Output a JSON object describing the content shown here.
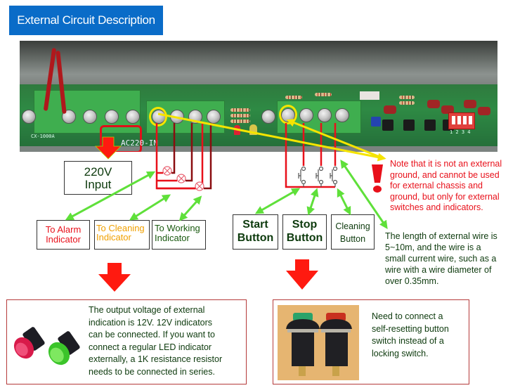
{
  "header": {
    "title": "External Circuit Description",
    "accent_color": "#0a6cc8"
  },
  "board_photo": {
    "model_label": "CX-1000A",
    "terminal_label": "AC220-IN",
    "dip_switch_numbers": "1 2 3 4"
  },
  "power_input": {
    "label_line1": "220V",
    "label_line2": "Input"
  },
  "indicator_outputs": [
    {
      "label_line1": "To Alarm",
      "label_line2": "Indicator",
      "color": "#e8101a"
    },
    {
      "label_line1": "To Cleaning",
      "label_line2": "Indicator",
      "color": "#f0a000"
    },
    {
      "label_line1": "To Working",
      "label_line2": "Indicator",
      "color": "#1a5a10"
    }
  ],
  "button_inputs": [
    {
      "label_line1": "Start",
      "label_line2": "Button"
    },
    {
      "label_line1": "Stop",
      "label_line2": "Button"
    },
    {
      "label_line1": "Cleaning",
      "label_line2": "Button"
    }
  ],
  "notes": {
    "ground_warning": "Note that it is not an external ground, and cannot be used for external chassis and ground, but only for external switches and indicators.",
    "ground_warning_lines": [
      "Note that it is not an external",
      "ground, and cannot be used",
      "for external chassis and",
      "ground, but only for external",
      "switches and indicators."
    ],
    "wire_spec_lines": [
      "The length of external wire is",
      "5~10m, and the wire is a",
      "small current wire, such as a",
      "wire with a wire diameter of",
      "over 0.35mm."
    ],
    "warning_color": "#e8101a"
  },
  "indicator_info": {
    "lines": [
      "The output voltage of external",
      "indication is 12V. 12V indicators",
      "can be connected. If you want to",
      "connect a regular LED indicator",
      "externally, a 1K resistance resistor",
      "needs to be connected in series."
    ]
  },
  "button_info": {
    "lines": [
      "Need to connect a",
      "self-resetting button",
      "switch instead of a",
      "locking switch."
    ]
  },
  "icons": {
    "down_arrow": "red-down-arrow-icon",
    "exclamation": "exclamation-icon",
    "lamp": "lamp-symbol-icon",
    "push_switch": "push-switch-symbol-icon"
  }
}
